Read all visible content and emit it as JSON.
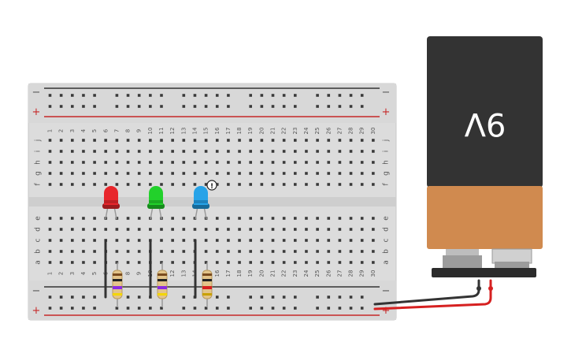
{
  "breadboard": {
    "rail_minus": "−",
    "rail_plus": "+",
    "row_letters_top": [
      "j",
      "i",
      "h",
      "g",
      "f"
    ],
    "row_letters_bottom": [
      "e",
      "d",
      "c",
      "b",
      "a"
    ],
    "columns": [
      "1",
      "2",
      "3",
      "4",
      "5",
      "6",
      "7",
      "8",
      "9",
      "10",
      "11",
      "12",
      "13",
      "14",
      "15",
      "16",
      "17",
      "18",
      "19",
      "20",
      "21",
      "22",
      "23",
      "24",
      "25",
      "26",
      "27",
      "28",
      "29",
      "30"
    ]
  },
  "battery": {
    "label": "9V"
  },
  "components": {
    "leds": [
      {
        "name": "led-red",
        "color": "#e8262b",
        "dark": "#9b1b1d"
      },
      {
        "name": "led-green",
        "color": "#22d12b",
        "dark": "#168a1c"
      },
      {
        "name": "led-blue",
        "color": "#27a3e8",
        "dark": "#176a99"
      }
    ],
    "warning_symbol": "!",
    "colors": {
      "wire_black": "#333333",
      "wire_red": "#d62020",
      "board": "#dcdcdc",
      "battery_top": "#333333",
      "battery_bottom": "#d08a4f"
    }
  }
}
